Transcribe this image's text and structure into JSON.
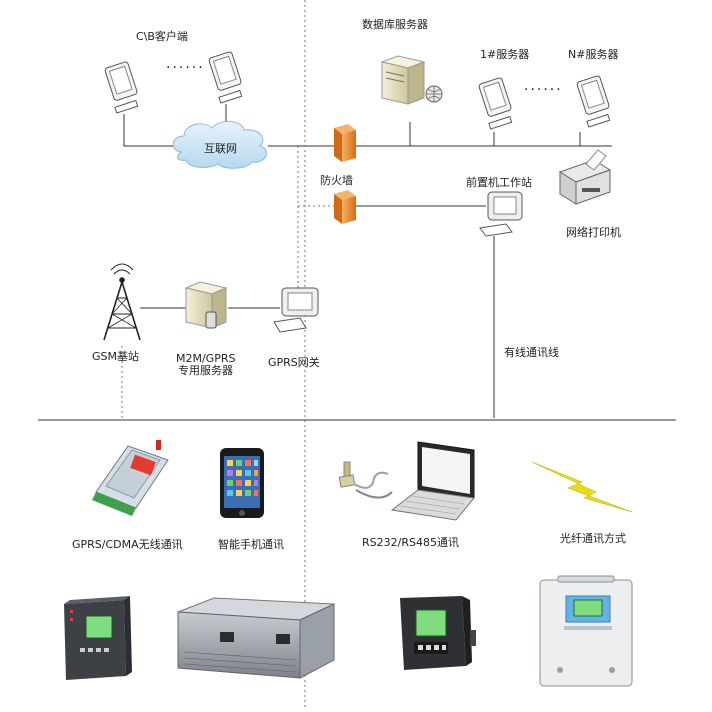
{
  "labels": {
    "cb_client": "C\\B客户端",
    "internet": "互联网",
    "db_server": "数据库服务器",
    "server_1": "1#服务器",
    "server_n": "N#服务器",
    "firewall": "防火墙",
    "front_station": "前置机工作站",
    "net_printer": "网络打印机",
    "gsm_station": "GSM基站",
    "m2m_server_line1": "M2M/GPRS",
    "m2m_server_line2": "专用服务器",
    "gprs_gateway": "GPRS网关",
    "wired_comm": "有线通讯线",
    "gprs_cdma": "GPRS/CDMA无线通讯",
    "smartphone": "智能手机通讯",
    "rs232_485": "RS232/RS485通讯",
    "fiber": "光纤通讯方式"
  },
  "ellipsis": "......",
  "colors": {
    "firewall": "#e8862a",
    "cloud": "#cfe6f5",
    "server_beige": "#e9e4cc",
    "device_screen": "#7fdc7f",
    "lightning": "#e7dd18"
  }
}
